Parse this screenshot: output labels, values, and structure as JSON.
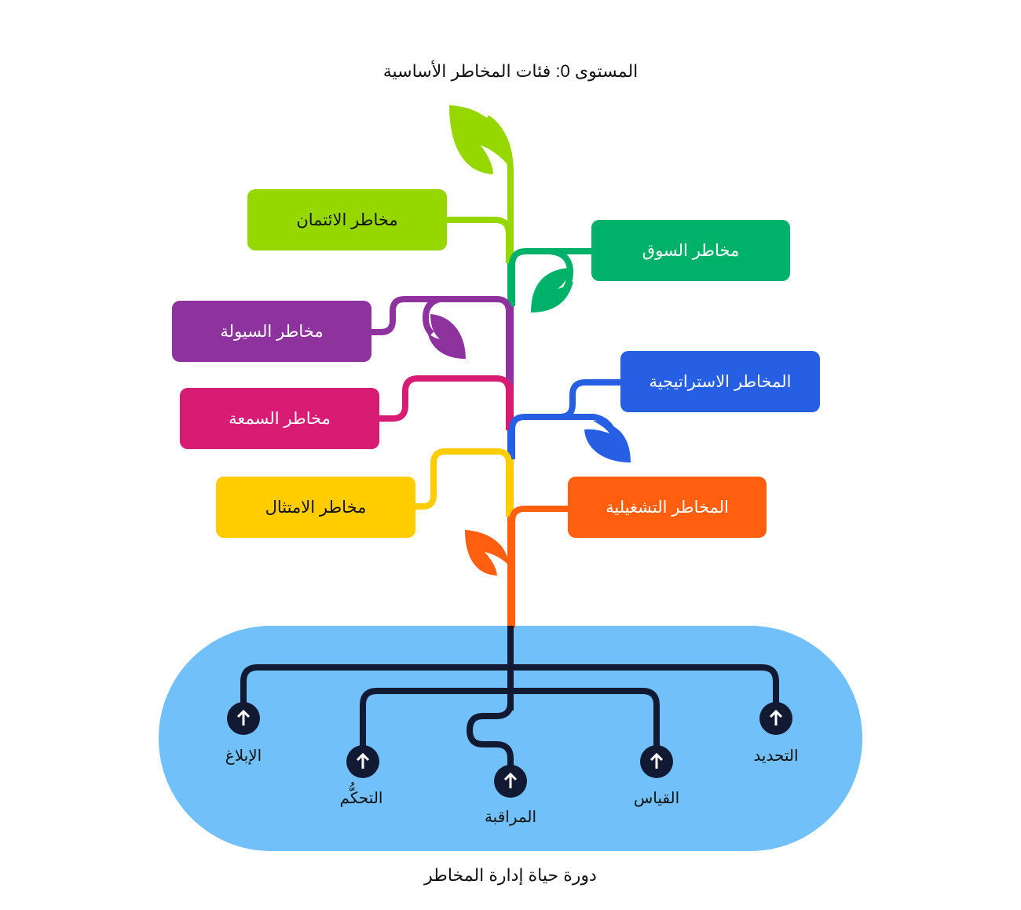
{
  "titles": {
    "top": "المستوى 0: فئات المخاطر الأساسية",
    "bottom": "دورة حياة إدارة المخاطر"
  },
  "categories": [
    {
      "id": "credit",
      "label": "مخاطر الائتمان",
      "color": "#97D700",
      "text_color": "#111111",
      "side": "left"
    },
    {
      "id": "market",
      "label": "مخاطر السوق",
      "color": "#00B16A",
      "text_color": "#ffffff",
      "side": "right"
    },
    {
      "id": "liquidity",
      "label": "مخاطر السيولة",
      "color": "#8E339E",
      "text_color": "#ffffff",
      "side": "left"
    },
    {
      "id": "reputation",
      "label": "مخاطر السمعة",
      "color": "#D81B73",
      "text_color": "#ffffff",
      "side": "left"
    },
    {
      "id": "strategic",
      "label": "المخاطر الاستراتيجية",
      "color": "#265FE3",
      "text_color": "#ffffff",
      "side": "right"
    },
    {
      "id": "compliance",
      "label": "مخاطر الامتثال",
      "color": "#FFCC00",
      "text_color": "#111111",
      "side": "left"
    },
    {
      "id": "operational",
      "label": "المخاطر التشغيلية",
      "color": "#FF5F0F",
      "text_color": "#ffffff",
      "side": "right"
    }
  ],
  "lifecycle": {
    "background_color": "#72C0FA",
    "line_color": "#121A33",
    "icon": "arrow-up-icon",
    "steps": [
      {
        "id": "identification",
        "label": "التحديد"
      },
      {
        "id": "measurement",
        "label": "القياس"
      },
      {
        "id": "monitoring",
        "label": "المراقبة"
      },
      {
        "id": "control",
        "label": "التحكُّم"
      },
      {
        "id": "reporting",
        "label": "الإبلاغ"
      }
    ]
  }
}
